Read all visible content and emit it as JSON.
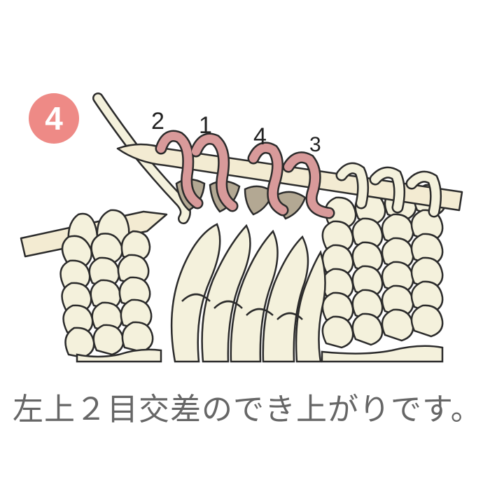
{
  "step": {
    "number": "4"
  },
  "stitch_labels": [
    "2",
    "1",
    "4",
    "3"
  ],
  "caption": "左上２目交差のでき上がりです。",
  "colors": {
    "badge": "#ee8a86",
    "yarn": "#f4f1dc",
    "crossed_stitches": "#d89a9a",
    "stitch_shadow": "#b3a893",
    "needle": "#f3ebd2",
    "outline": "#2b2b2b",
    "caption_text": "#666666"
  },
  "icons": [
    "knitting-needle",
    "yarn-loop"
  ]
}
